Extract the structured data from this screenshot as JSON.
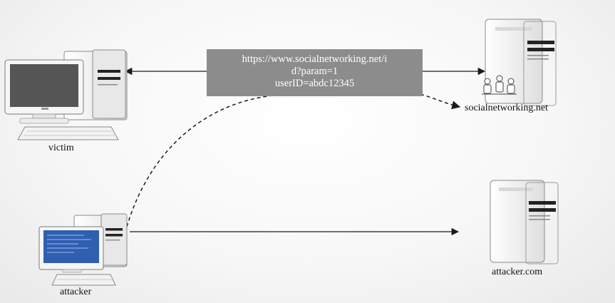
{
  "url_box": {
    "line1": "https://www.socialnetworking.net/i",
    "line2": "d?param=1",
    "line3": "userID=abdc12345"
  },
  "nodes": {
    "victim": "victim",
    "social_server": "socialnetworking.net",
    "attacker": "attacker",
    "attacker_server": "attacker.com"
  },
  "colors": {
    "line": "#1a1a1a",
    "url_box_bg": "#8c8c8c",
    "victim_screen": "#555555",
    "attacker_screen": "#2f5fb0",
    "case": "#f2f2f2"
  }
}
